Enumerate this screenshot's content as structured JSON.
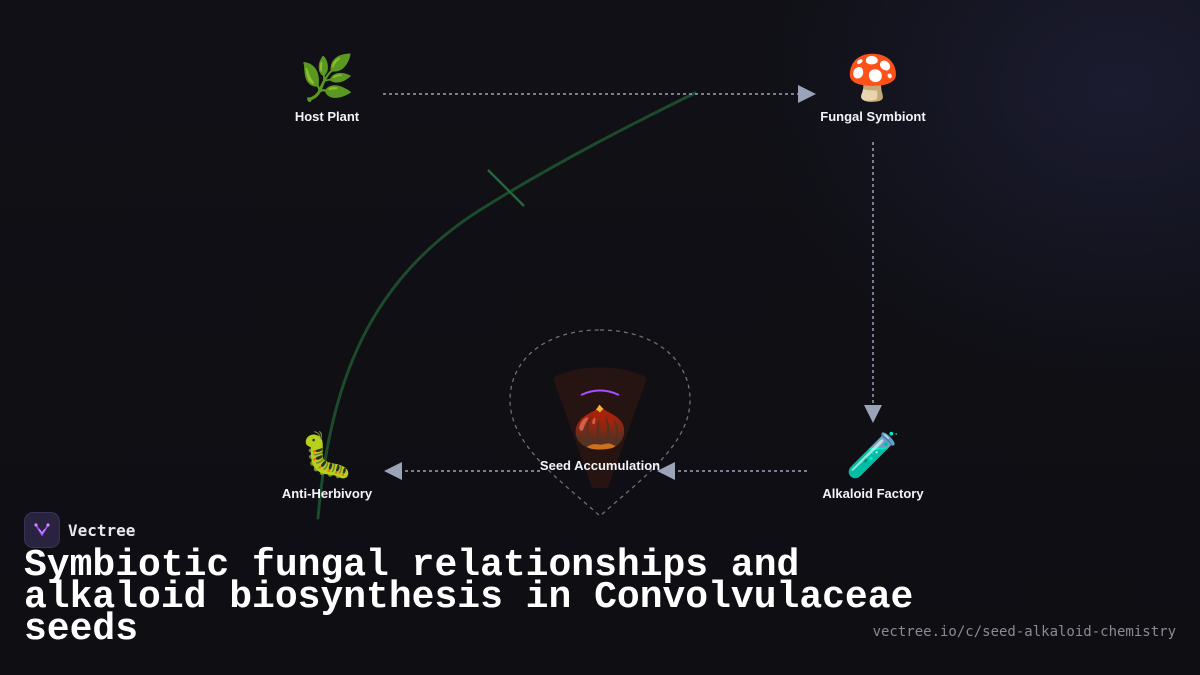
{
  "nodes": {
    "host_plant": {
      "label": "Host Plant",
      "icon": "🌿",
      "icon_name": "herb-icon"
    },
    "fungal_symbiont": {
      "label": "Fungal Symbiont",
      "icon": "🍄",
      "icon_name": "mushroom-icon"
    },
    "alkaloid_factory": {
      "label": "Alkaloid Factory",
      "icon": "🧪",
      "icon_name": "test-tube-icon"
    },
    "seed_accumulation": {
      "label": "Seed Accumulation",
      "icon": "🌰",
      "icon_name": "chestnut-seed-icon"
    },
    "anti_herbivory": {
      "label": "Anti-Herbivory",
      "icon": "🐛",
      "icon_name": "caterpillar-icon"
    }
  },
  "brand": {
    "name": "Vectree"
  },
  "title": "Symbiotic fungal relationships and alkaloid biosynthesis in Convolvulaceae seeds",
  "url": "vectree.io/c/seed-alkaloid-chemistry",
  "colors": {
    "background": "#0f0f14",
    "arrow": "#9aa3b8",
    "vine": "#1f4d30",
    "accent_purple": "#a64dff"
  }
}
